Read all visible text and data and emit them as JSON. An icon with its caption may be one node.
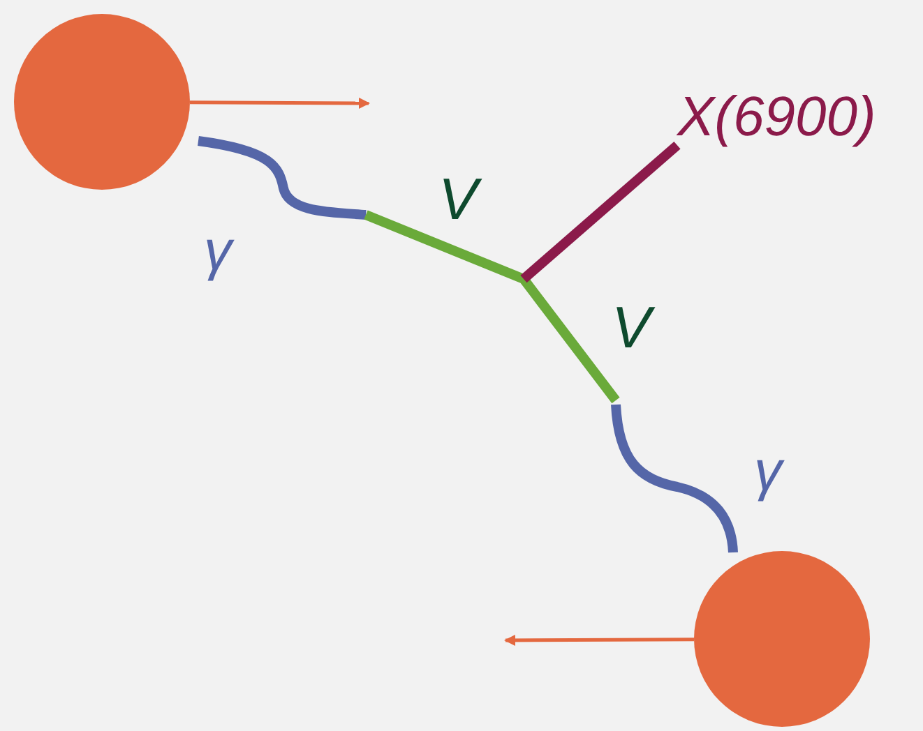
{
  "diagram": {
    "nodes": [
      {
        "text": [],
        "shape": "circle"
      },
      {
        "text": [],
        "shape": "circle"
      },
      {
        "text": [
          "X(6900)"
        ]
      }
    ],
    "edges": [
      {
        "from": 0,
        "to": null,
        "arrow": "to",
        "color": "#e4683f"
      },
      {
        "from": 1,
        "to": null,
        "arrow": "to",
        "color": "#e4683f"
      },
      {
        "from": null,
        "to": 2,
        "arrow": "none",
        "style": "thick",
        "color": "#8b1a4a"
      }
    ],
    "labels": [
      "V",
      "γ",
      "V",
      "γ"
    ]
  }
}
